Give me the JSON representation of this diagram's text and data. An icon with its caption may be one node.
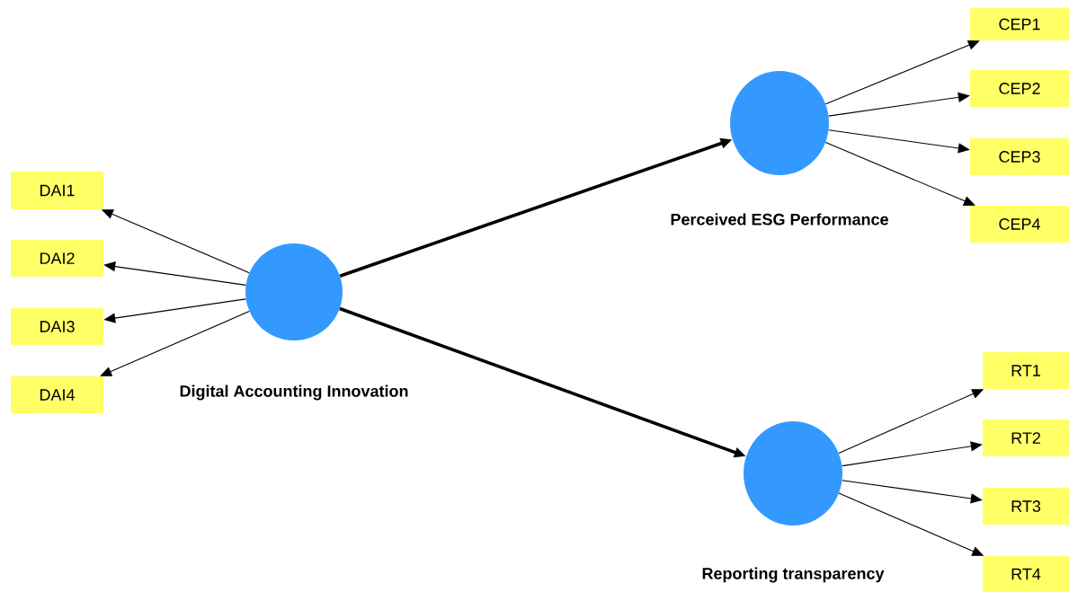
{
  "diagram": {
    "nodes": [
      {
        "text": [
          "Digital Accounting Innovation"
        ]
      },
      {
        "text": [
          "DAI1"
        ]
      },
      {
        "text": [
          "DAI2"
        ]
      },
      {
        "text": [
          "DAI3"
        ]
      },
      {
        "text": [
          "DAI4"
        ]
      },
      {
        "text": [
          "Perceived ESG Performance"
        ]
      },
      {
        "text": [
          "CEP1"
        ]
      },
      {
        "text": [
          "CEP2"
        ]
      },
      {
        "text": [
          "CEP3"
        ]
      },
      {
        "text": [
          "CEP4"
        ]
      },
      {
        "text": [
          "Reporting transparency"
        ]
      },
      {
        "text": [
          "RT1"
        ]
      },
      {
        "text": [
          "RT2"
        ]
      },
      {
        "text": [
          "RT3"
        ]
      },
      {
        "text": [
          "RT4"
        ]
      }
    ],
    "edges": [
      {
        "from": 0,
        "to": 1,
        "arrow": "to"
      },
      {
        "from": 0,
        "to": 2,
        "arrow": "to"
      },
      {
        "from": 0,
        "to": 3,
        "arrow": "to"
      },
      {
        "from": 0,
        "to": 4,
        "arrow": "to"
      },
      {
        "from": 0,
        "to": 5,
        "arrow": "to",
        "style": "thick"
      },
      {
        "from": 0,
        "to": 10,
        "arrow": "to",
        "style": "thick"
      },
      {
        "from": 5,
        "to": 6,
        "arrow": "to"
      },
      {
        "from": 5,
        "to": 7,
        "arrow": "to"
      },
      {
        "from": 5,
        "to": 8,
        "arrow": "to"
      },
      {
        "from": 5,
        "to": 9,
        "arrow": "to"
      },
      {
        "from": 10,
        "to": 11,
        "arrow": "to"
      },
      {
        "from": 10,
        "to": 12,
        "arrow": "to"
      },
      {
        "from": 10,
        "to": 13,
        "arrow": "to"
      },
      {
        "from": 10,
        "to": 14,
        "arrow": "to"
      }
    ]
  }
}
